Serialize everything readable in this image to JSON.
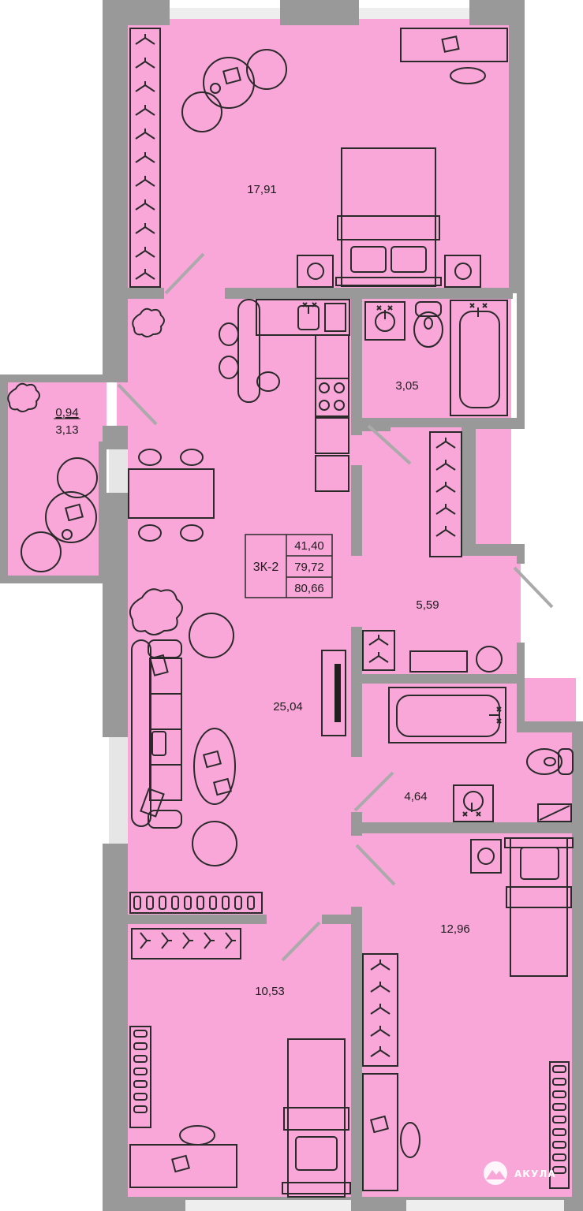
{
  "colors": {
    "fill": "#f9a6d8",
    "wall": "#999999",
    "furniture_stroke": "#2a2a2a",
    "background": "#ffffff"
  },
  "rooms": [
    {
      "id": "bedroom-1",
      "area": "17,91"
    },
    {
      "id": "balcony",
      "area": "0,94",
      "area_full": "3,13"
    },
    {
      "id": "bathroom-1",
      "area": "3,05"
    },
    {
      "id": "hallway",
      "area": "5,59"
    },
    {
      "id": "living-kitchen",
      "area": "25,04"
    },
    {
      "id": "bathroom-2",
      "area": "4,64"
    },
    {
      "id": "bedroom-2",
      "area": "12,96"
    },
    {
      "id": "bedroom-3",
      "area": "10,53"
    }
  ],
  "apartment": {
    "type": "3К-2",
    "living_area": "41,40",
    "total_area": "79,72",
    "total_with_balcony": "80,66"
  },
  "watermark": {
    "text": "АКУЛА",
    "icon": "mountain-logo-icon"
  }
}
